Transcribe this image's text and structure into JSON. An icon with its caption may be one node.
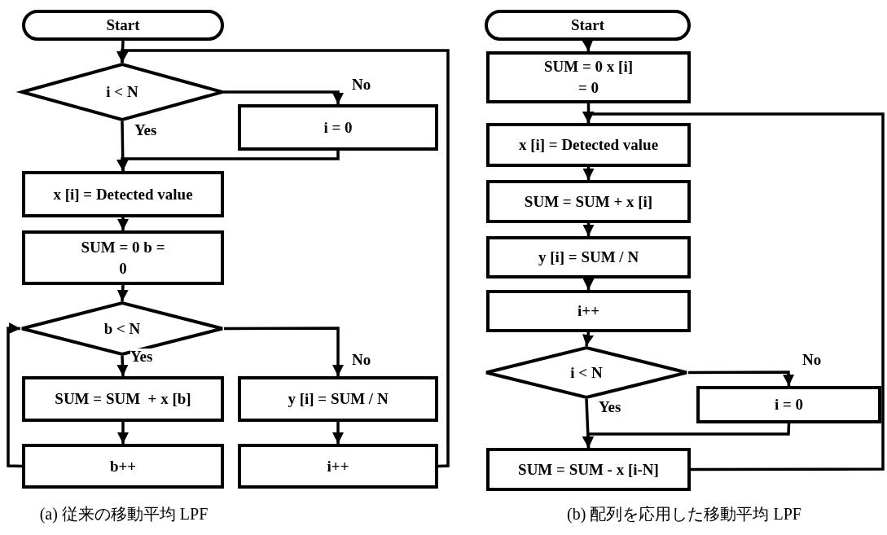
{
  "diagram": {
    "nodes": [
      {
        "text": [
          "Start"
        ]
      },
      {
        "text": [
          "i < N"
        ]
      },
      {
        "text": [
          "i = 0"
        ]
      },
      {
        "text": [
          "x [i] = Detected value"
        ]
      },
      {
        "text": [
          "SUM = 0 b = 0"
        ]
      },
      {
        "text": [
          "b < N"
        ]
      },
      {
        "text": [
          "SUM = SUM  + x [b]"
        ]
      },
      {
        "text": [
          "y [i] = SUM / N"
        ]
      },
      {
        "text": [
          "b++"
        ]
      },
      {
        "text": [
          "i++"
        ]
      },
      {
        "text": [
          "Start"
        ]
      },
      {
        "text": [
          "SUM = 0 x [i] = 0"
        ]
      },
      {
        "text": [
          "x [i] = Detected value"
        ]
      },
      {
        "text": [
          "SUM = SUM + x [i]"
        ]
      },
      {
        "text": [
          "y [i] = SUM / N"
        ]
      },
      {
        "text": [
          "i++"
        ]
      },
      {
        "text": [
          "i < N"
        ]
      },
      {
        "text": [
          "i = 0"
        ]
      },
      {
        "text": [
          "SUM = SUM - x [i-N]"
        ]
      }
    ],
    "edges": [
      {
        "from": 0,
        "to": 1,
        "arrow": "to"
      },
      {
        "from": 1,
        "to": 2,
        "arrow": "to",
        "label": "No"
      },
      {
        "from": 1,
        "to": 3,
        "arrow": "to",
        "label": "Yes"
      },
      {
        "from": 2,
        "to": 3,
        "arrow": "to"
      },
      {
        "from": 3,
        "to": 4,
        "arrow": "to"
      },
      {
        "from": 4,
        "to": 5,
        "arrow": "to"
      },
      {
        "from": 5,
        "to": 6,
        "arrow": "to",
        "label": "Yes"
      },
      {
        "from": 5,
        "to": 7,
        "arrow": "to",
        "label": "No"
      },
      {
        "from": 6,
        "to": 8,
        "arrow": "to"
      },
      {
        "from": 7,
        "to": 9,
        "arrow": "to"
      },
      {
        "from": 8,
        "to": 5,
        "arrow": "to"
      },
      {
        "from": 9,
        "to": 1,
        "arrow": "to"
      },
      {
        "from": 10,
        "to": 11,
        "arrow": "to"
      },
      {
        "from": 11,
        "to": 12,
        "arrow": "to"
      },
      {
        "from": 12,
        "to": 13,
        "arrow": "to"
      },
      {
        "from": 13,
        "to": 14,
        "arrow": "to"
      },
      {
        "from": 14,
        "to": 15,
        "arrow": "to"
      },
      {
        "from": 15,
        "to": 16,
        "arrow": "to"
      },
      {
        "from": 16,
        "to": 17,
        "arrow": "to",
        "label": "No"
      },
      {
        "from": 16,
        "to": 18,
        "arrow": "to",
        "label": "Yes"
      },
      {
        "from": 17,
        "to": 18,
        "arrow": "to"
      },
      {
        "from": 18,
        "to": 12,
        "arrow": "to"
      }
    ],
    "labels": [
      "(a) 従来の移動平均 LPF",
      "(b) 配列を応用した移動平均 LPF"
    ]
  }
}
